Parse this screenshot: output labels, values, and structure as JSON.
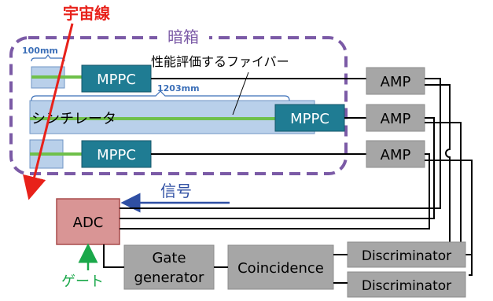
{
  "labels": {
    "cosmic_ray": "宇宙線",
    "darkbox": "暗箱",
    "dim_100": "100mm",
    "dim_1203": "1203mm",
    "fiber_note": "性能評価するファイバー",
    "scintillator": "シンチレータ",
    "signal": "信号",
    "gate": "ゲート"
  },
  "boxes": {
    "mppc_top": "MPPC",
    "mppc_mid": "MPPC",
    "mppc_bot": "MPPC",
    "amp_top": "AMP",
    "amp_mid": "AMP",
    "amp_bot": "AMP",
    "adc": "ADC",
    "gate_gen_line1": "Gate",
    "gate_gen_line2": "generator",
    "coincidence": "Coincidence",
    "disc_top": "Discriminator",
    "disc_bot": "Discriminator"
  },
  "colors": {
    "cosmic": "#e8211a",
    "darkbox_border": "#7b5aa6",
    "mppc_fill": "#1f7c93",
    "mppc_text": "#ffffff",
    "scint_fill": "#b9d0ea",
    "scint_border": "#6f95c4",
    "fiber": "#6fc04a",
    "amp_fill": "#a6a6a6",
    "adc_fill": "#d99595",
    "adc_border": "#a94c4c",
    "signal": "#2f4fa3",
    "gate": "#1aa84a",
    "dim_text": "#3b6fb8",
    "wire": "#000000"
  }
}
